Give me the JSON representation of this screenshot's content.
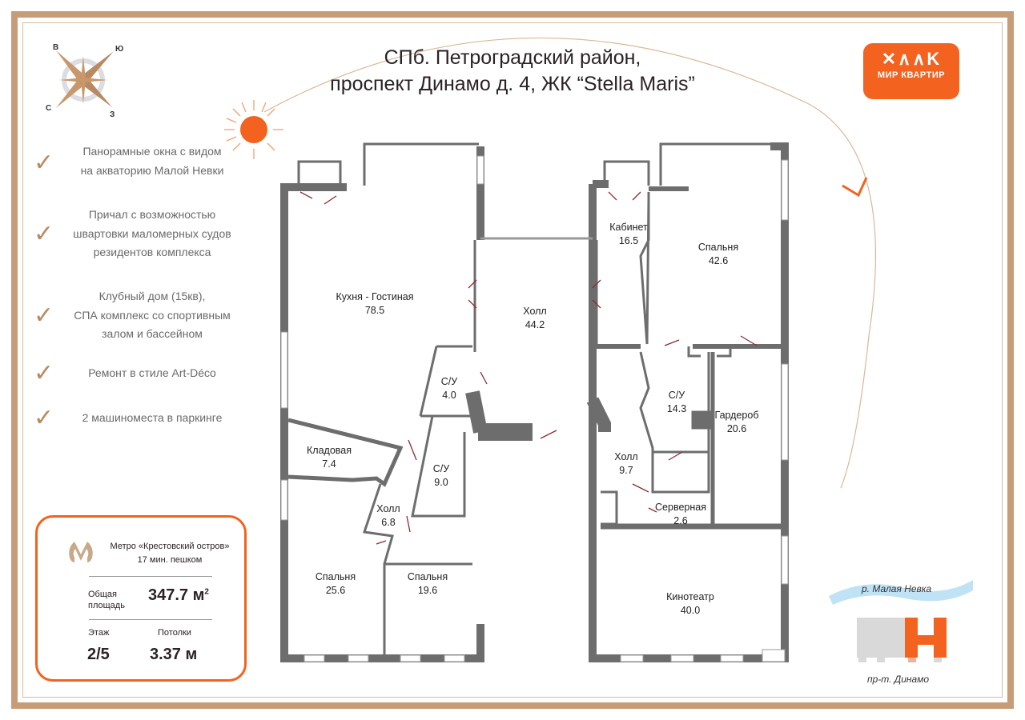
{
  "title": {
    "line1": "СПб. Петроградский район,",
    "line2": "проспект Динамо д. 4,  ЖК “Stella Maris”"
  },
  "compass": {
    "n": "В",
    "e": "Ю",
    "s": "З",
    "w": "С"
  },
  "logo": {
    "name": "МИР КВАРТИР",
    "color": "#f4621f"
  },
  "features": [
    {
      "lines": [
        "Панорамные окна с  видом",
        "на акваторию Малой Невки"
      ]
    },
    {
      "lines": [
        "Причал  с возможностью",
        "швартовки  маломерных судов",
        "резидентов комплекса"
      ]
    },
    {
      "lines": [
        "Клубный дом (15кв),",
        "СПА комплекс со спортивным",
        "залом и бассейном"
      ]
    },
    {
      "lines": [
        "Ремонт в стиле Art-Déco"
      ]
    },
    {
      "lines": [
        "2 машиноместа в паркинге"
      ]
    }
  ],
  "info": {
    "metro": "Метро «Крестовский остров»",
    "walk": "17 мин. пешком",
    "area_label1": "Общая",
    "area_label2": "площадь",
    "area_value": "347.7 м",
    "area_sup": "2",
    "floor_label": "Этаж",
    "floor_value": "2/5",
    "ceiling_label": "Потолки",
    "ceiling_value": "3.37 м"
  },
  "rooms": [
    {
      "name": "Кухня - Гостиная",
      "area": "78.5"
    },
    {
      "name": "Холл",
      "area": "44.2"
    },
    {
      "name": "Кабинет",
      "area": "16.5"
    },
    {
      "name": "Спальня",
      "area": "42.6"
    },
    {
      "name": "С/У",
      "area": "4.0"
    },
    {
      "name": "С/У",
      "area": "14.3"
    },
    {
      "name": "Гардероб",
      "area": "20.6"
    },
    {
      "name": "Кладовая",
      "area": "7.4"
    },
    {
      "name": "С/У",
      "area": "9.0"
    },
    {
      "name": "Холл",
      "area": "9.7"
    },
    {
      "name": "Холл",
      "area": "6.8"
    },
    {
      "name": "Серверная",
      "area": "2.6"
    },
    {
      "name": "Спальня",
      "area": "25.6"
    },
    {
      "name": "Спальня",
      "area": "19.6"
    },
    {
      "name": "Кинотеатр",
      "area": "40.0"
    }
  ],
  "map": {
    "river": "р. Малая Невка",
    "street": "пр-т. Динамо"
  }
}
